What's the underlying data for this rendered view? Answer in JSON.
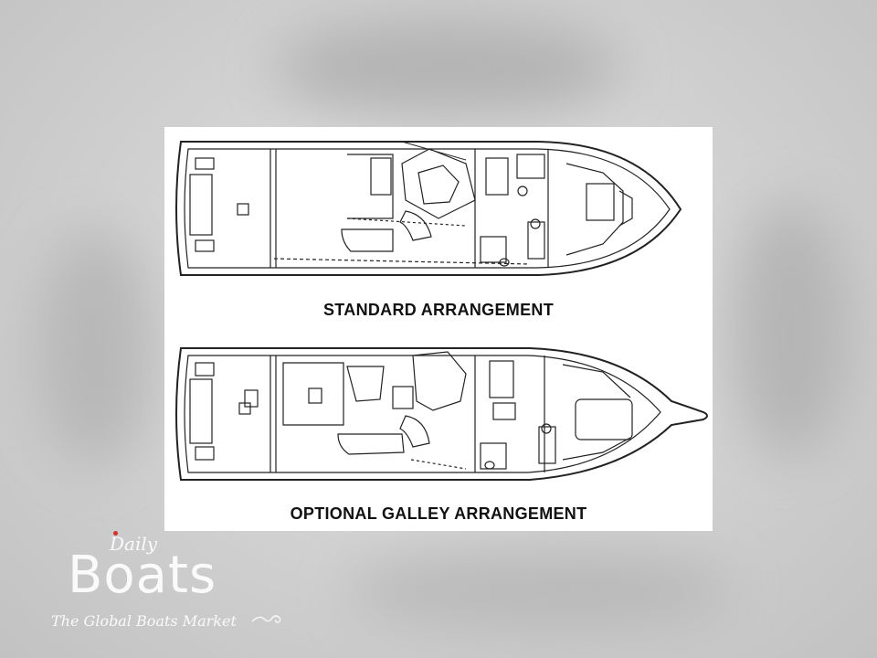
{
  "plans": {
    "standard_label": "STANDARD ARRANGEMENT",
    "optional_label": "OPTIONAL GALLEY ARRANGEMENT"
  },
  "watermark": {
    "small": "Daily",
    "brand": "Boats",
    "tagline": "The Global Boats Market",
    "accent_color": "#d6312b"
  }
}
